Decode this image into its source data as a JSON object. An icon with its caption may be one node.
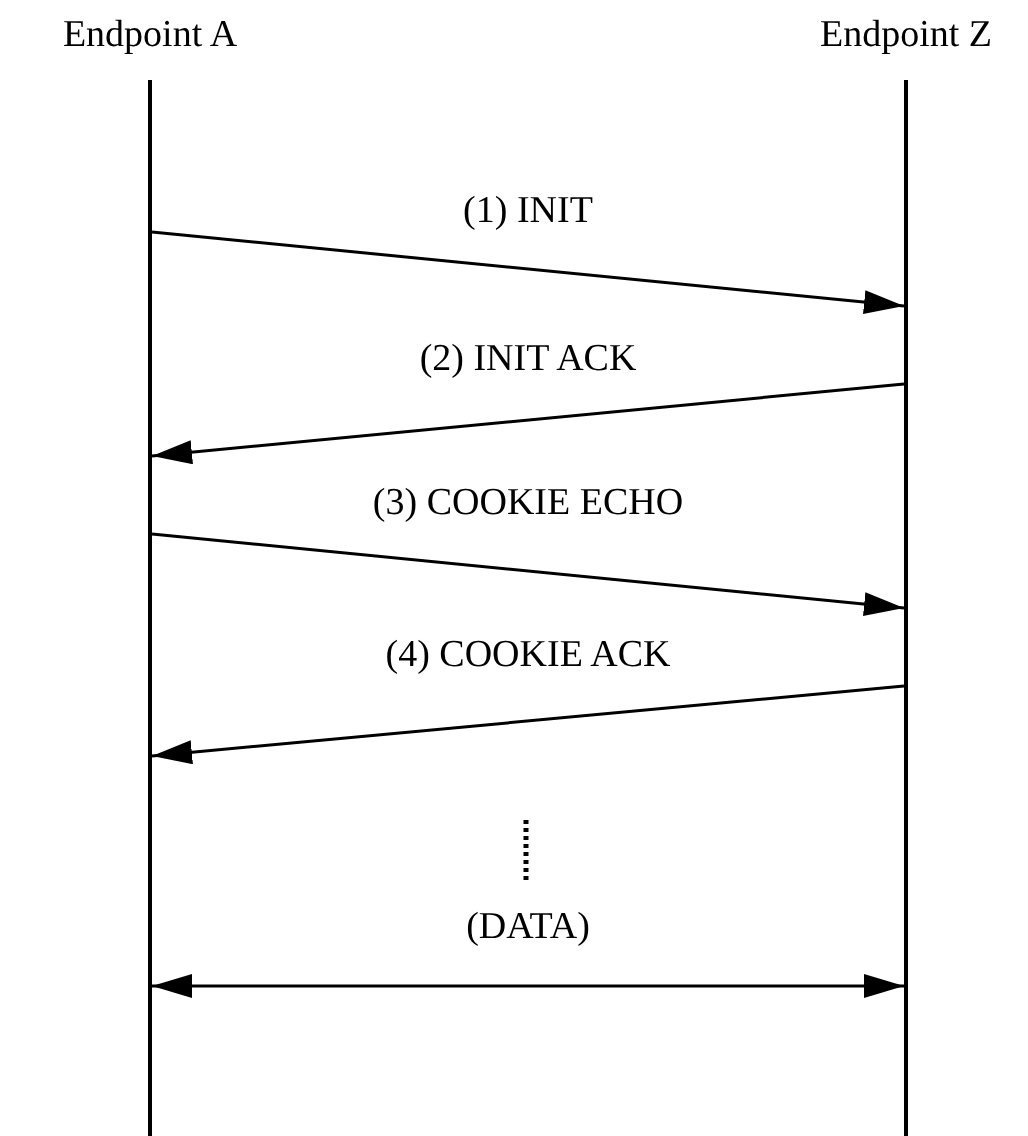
{
  "diagram": {
    "nodes": [
      {
        "text": [
          "Endpoint A"
        ]
      },
      {
        "text": [
          "Endpoint Z"
        ]
      }
    ],
    "edges": [
      {
        "from": 0,
        "to": 1,
        "arrow": "to",
        "label": "(1) INIT"
      },
      {
        "from": 1,
        "to": 0,
        "arrow": "to",
        "label": "(2) INIT ACK"
      },
      {
        "from": 0,
        "to": 1,
        "arrow": "to",
        "label": "(3) COOKIE ECHO"
      },
      {
        "from": 1,
        "to": 0,
        "arrow": "to",
        "label": "(4) COOKIE ACK"
      },
      {
        "from": 0,
        "to": 1,
        "arrow": "both",
        "label": "(DATA)"
      }
    ]
  }
}
